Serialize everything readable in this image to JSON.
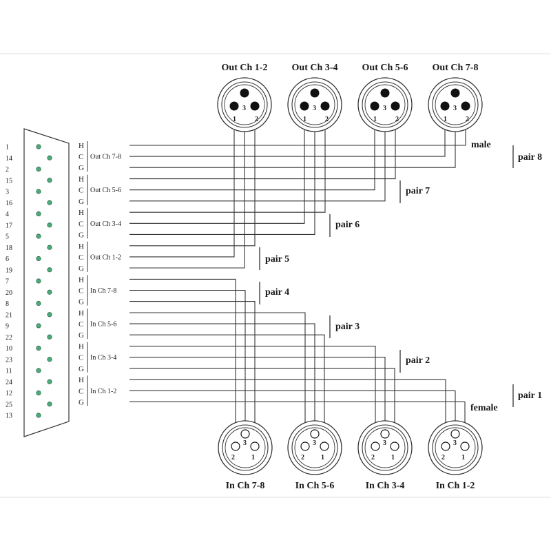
{
  "colors": {
    "line": "#333333",
    "pin_fill": "#4daa7a",
    "pin_stroke": "#2e6e4e",
    "text": "#1a1a1a"
  },
  "db25": {
    "pins": [
      "1",
      "14",
      "2",
      "15",
      "3",
      "16",
      "4",
      "17",
      "5",
      "18",
      "6",
      "19",
      "7",
      "20",
      "8",
      "21",
      "9",
      "22",
      "10",
      "23",
      "11",
      "24",
      "12",
      "25",
      "13"
    ]
  },
  "hcg": [
    "H",
    "C",
    "G"
  ],
  "groups": [
    {
      "label": "Out Ch 7-8"
    },
    {
      "label": "Out Ch 5-6"
    },
    {
      "label": "Out Ch 3-4"
    },
    {
      "label": "Out Ch 1-2"
    },
    {
      "label": "In Ch 7-8"
    },
    {
      "label": "In Ch 5-6"
    },
    {
      "label": "In Ch 3-4"
    },
    {
      "label": "In Ch 1-2"
    }
  ],
  "pairs": [
    "pair 8",
    "pair 7",
    "pair 6",
    "pair 5",
    "pair 4",
    "pair 3",
    "pair 2",
    "pair 1"
  ],
  "male_connectors": [
    "Out Ch 1-2",
    "Out Ch 3-4",
    "Out Ch 5-6",
    "Out Ch 7-8"
  ],
  "female_connectors": [
    "In Ch 7-8",
    "In Ch 5-6",
    "In Ch 3-4",
    "In Ch 1-2"
  ],
  "xlr_pins": [
    "1",
    "2",
    "3"
  ],
  "gender": {
    "male": "male",
    "female": "female"
  }
}
